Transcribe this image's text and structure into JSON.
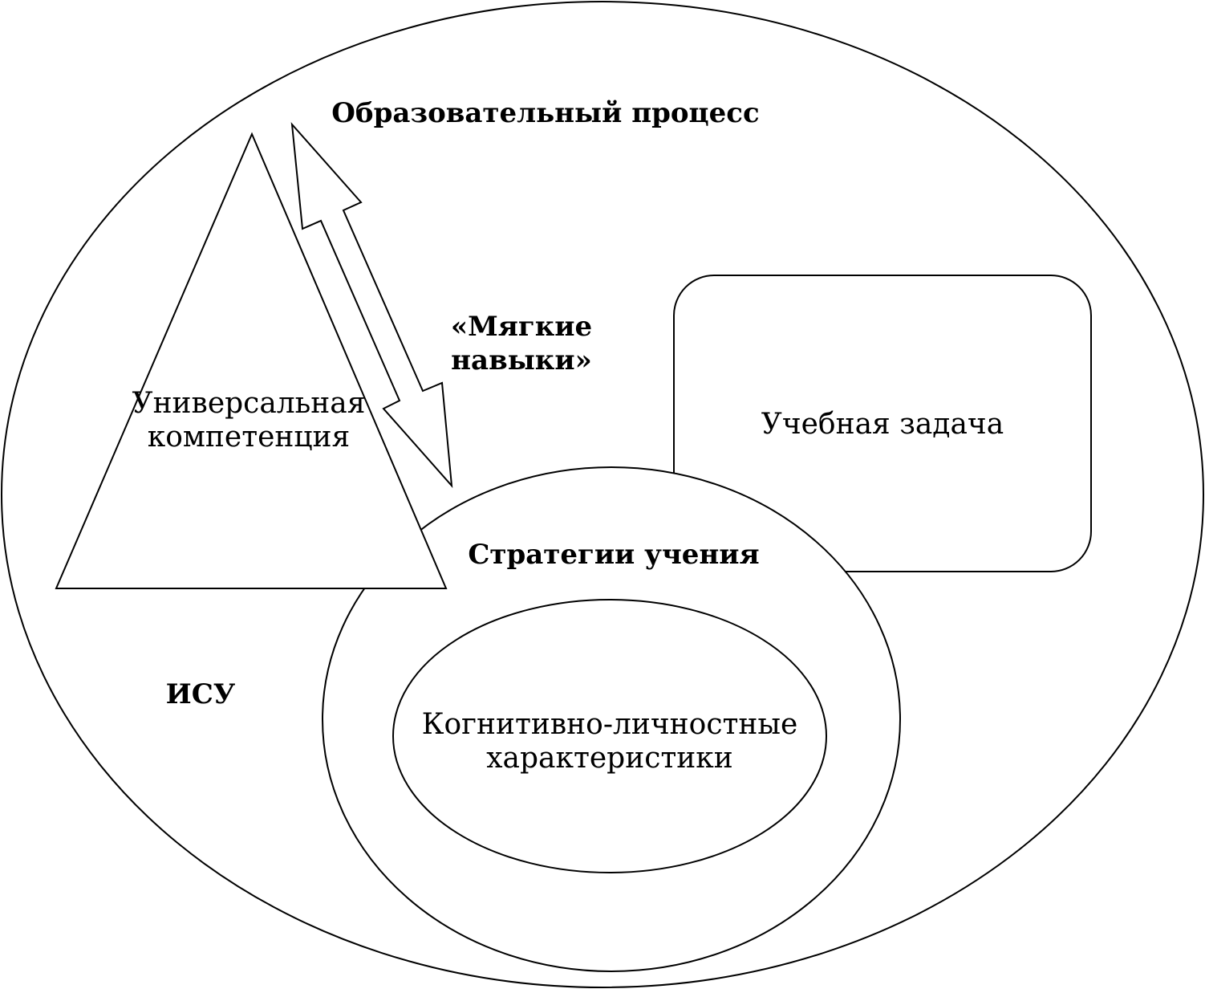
{
  "labels": {
    "outer": "Образовательный процесс",
    "isu": "ИСУ",
    "triangle_line1": "Универсальная",
    "triangle_line2": "компетенция",
    "soft_line1": "«Мягкие",
    "soft_line2": "навыки»",
    "task": "Учебная задача",
    "strategies": "Стратегии учения",
    "cognitive_line1": "Когнитивно-личностные",
    "cognitive_line2": "характеристики"
  },
  "colors": {
    "stroke": "#000000",
    "fill": "#ffffff"
  }
}
